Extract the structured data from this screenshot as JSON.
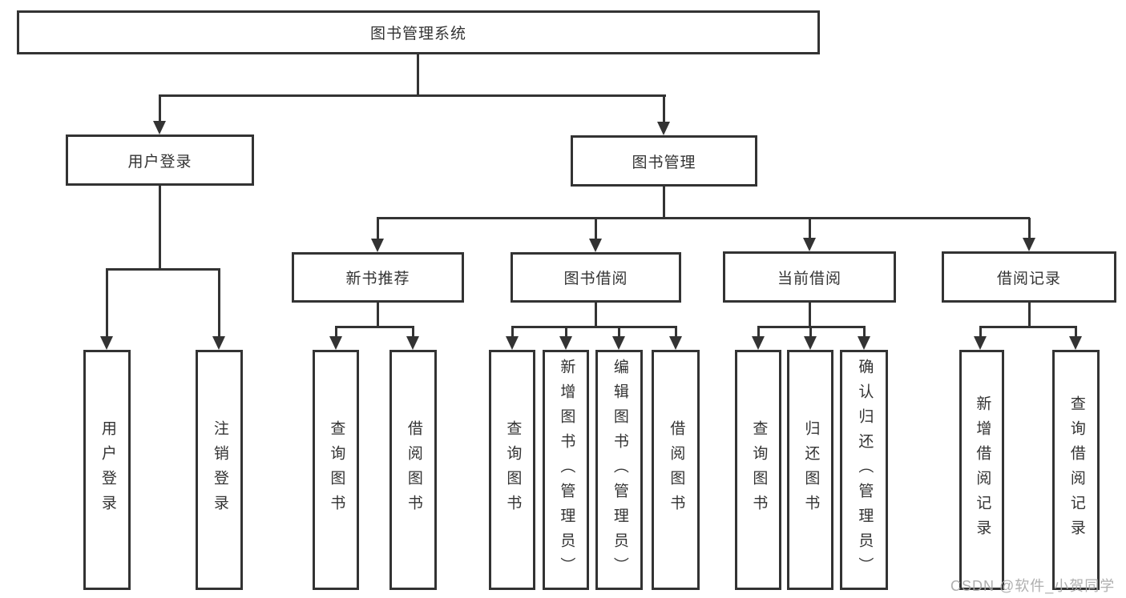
{
  "tree": {
    "root": {
      "label": "图书管理系统"
    },
    "level2": [
      {
        "label": "用户登录"
      },
      {
        "label": "图书管理"
      }
    ],
    "level3": [
      {
        "label": "新书推荐",
        "parent": "图书管理"
      },
      {
        "label": "图书借阅",
        "parent": "图书管理"
      },
      {
        "label": "当前借阅",
        "parent": "图书管理"
      },
      {
        "label": "借阅记录",
        "parent": "图书管理"
      }
    ],
    "leaves": [
      {
        "label": "用户登录",
        "parent": "用户登录"
      },
      {
        "label": "注销登录",
        "parent": "用户登录"
      },
      {
        "label": "查询图书",
        "parent": "新书推荐"
      },
      {
        "label": "借阅图书",
        "parent": "新书推荐"
      },
      {
        "label": "查询图书",
        "parent": "图书借阅"
      },
      {
        "label": "新增图书（管理员）",
        "parent": "图书借阅"
      },
      {
        "label": "编辑图书（管理员）",
        "parent": "图书借阅"
      },
      {
        "label": "借阅图书",
        "parent": "图书借阅"
      },
      {
        "label": "查询图书",
        "parent": "当前借阅"
      },
      {
        "label": "归还图书",
        "parent": "当前借阅"
      },
      {
        "label": "确认归还（管理员）",
        "parent": "当前借阅"
      },
      {
        "label": "新增借阅记录",
        "parent": "借阅记录"
      },
      {
        "label": "查询借阅记录",
        "parent": "借阅记录"
      }
    ]
  },
  "watermark": {
    "text": "CSDN @软件_小贺同学"
  },
  "colors": {
    "line": "#333333",
    "text": "#333333",
    "background": "#ffffff",
    "watermark": "#a8a8a8"
  }
}
